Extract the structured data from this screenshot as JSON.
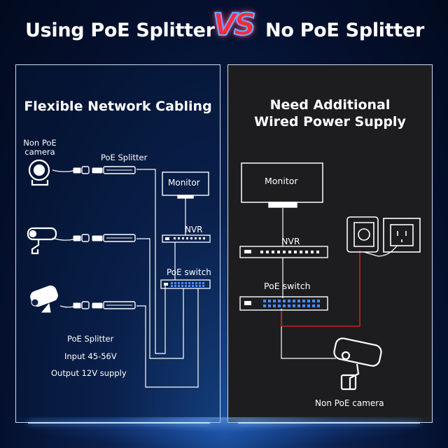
{
  "header": {
    "left_title": "Using PoE Splitter",
    "vs": "VS",
    "right_title": "No PoE Splitter"
  },
  "left_panel": {
    "title": "Flexible Network Cabling",
    "camera_label": "Non PoE camera",
    "splitter_label": "PoE Splitter",
    "monitor_label": "Monitor",
    "nvr_label": "NVR",
    "switch_label": "PoE switch",
    "spec_title": "PoE Splitter",
    "spec_input": "Input 45-56V",
    "spec_output": "Output 12V supply"
  },
  "right_panel": {
    "title": "Need Additional Wired Power Supply",
    "monitor_label": "Monitor",
    "nvr_label": "NVR",
    "switch_label": "PoE switch",
    "camera_label": "Non PoE camera"
  },
  "colors": {
    "power_line": "#c8202a",
    "cable": "#ffffff",
    "right_panel_bg": "#1d1d1f",
    "vs_red": "#ff2a3a"
  }
}
